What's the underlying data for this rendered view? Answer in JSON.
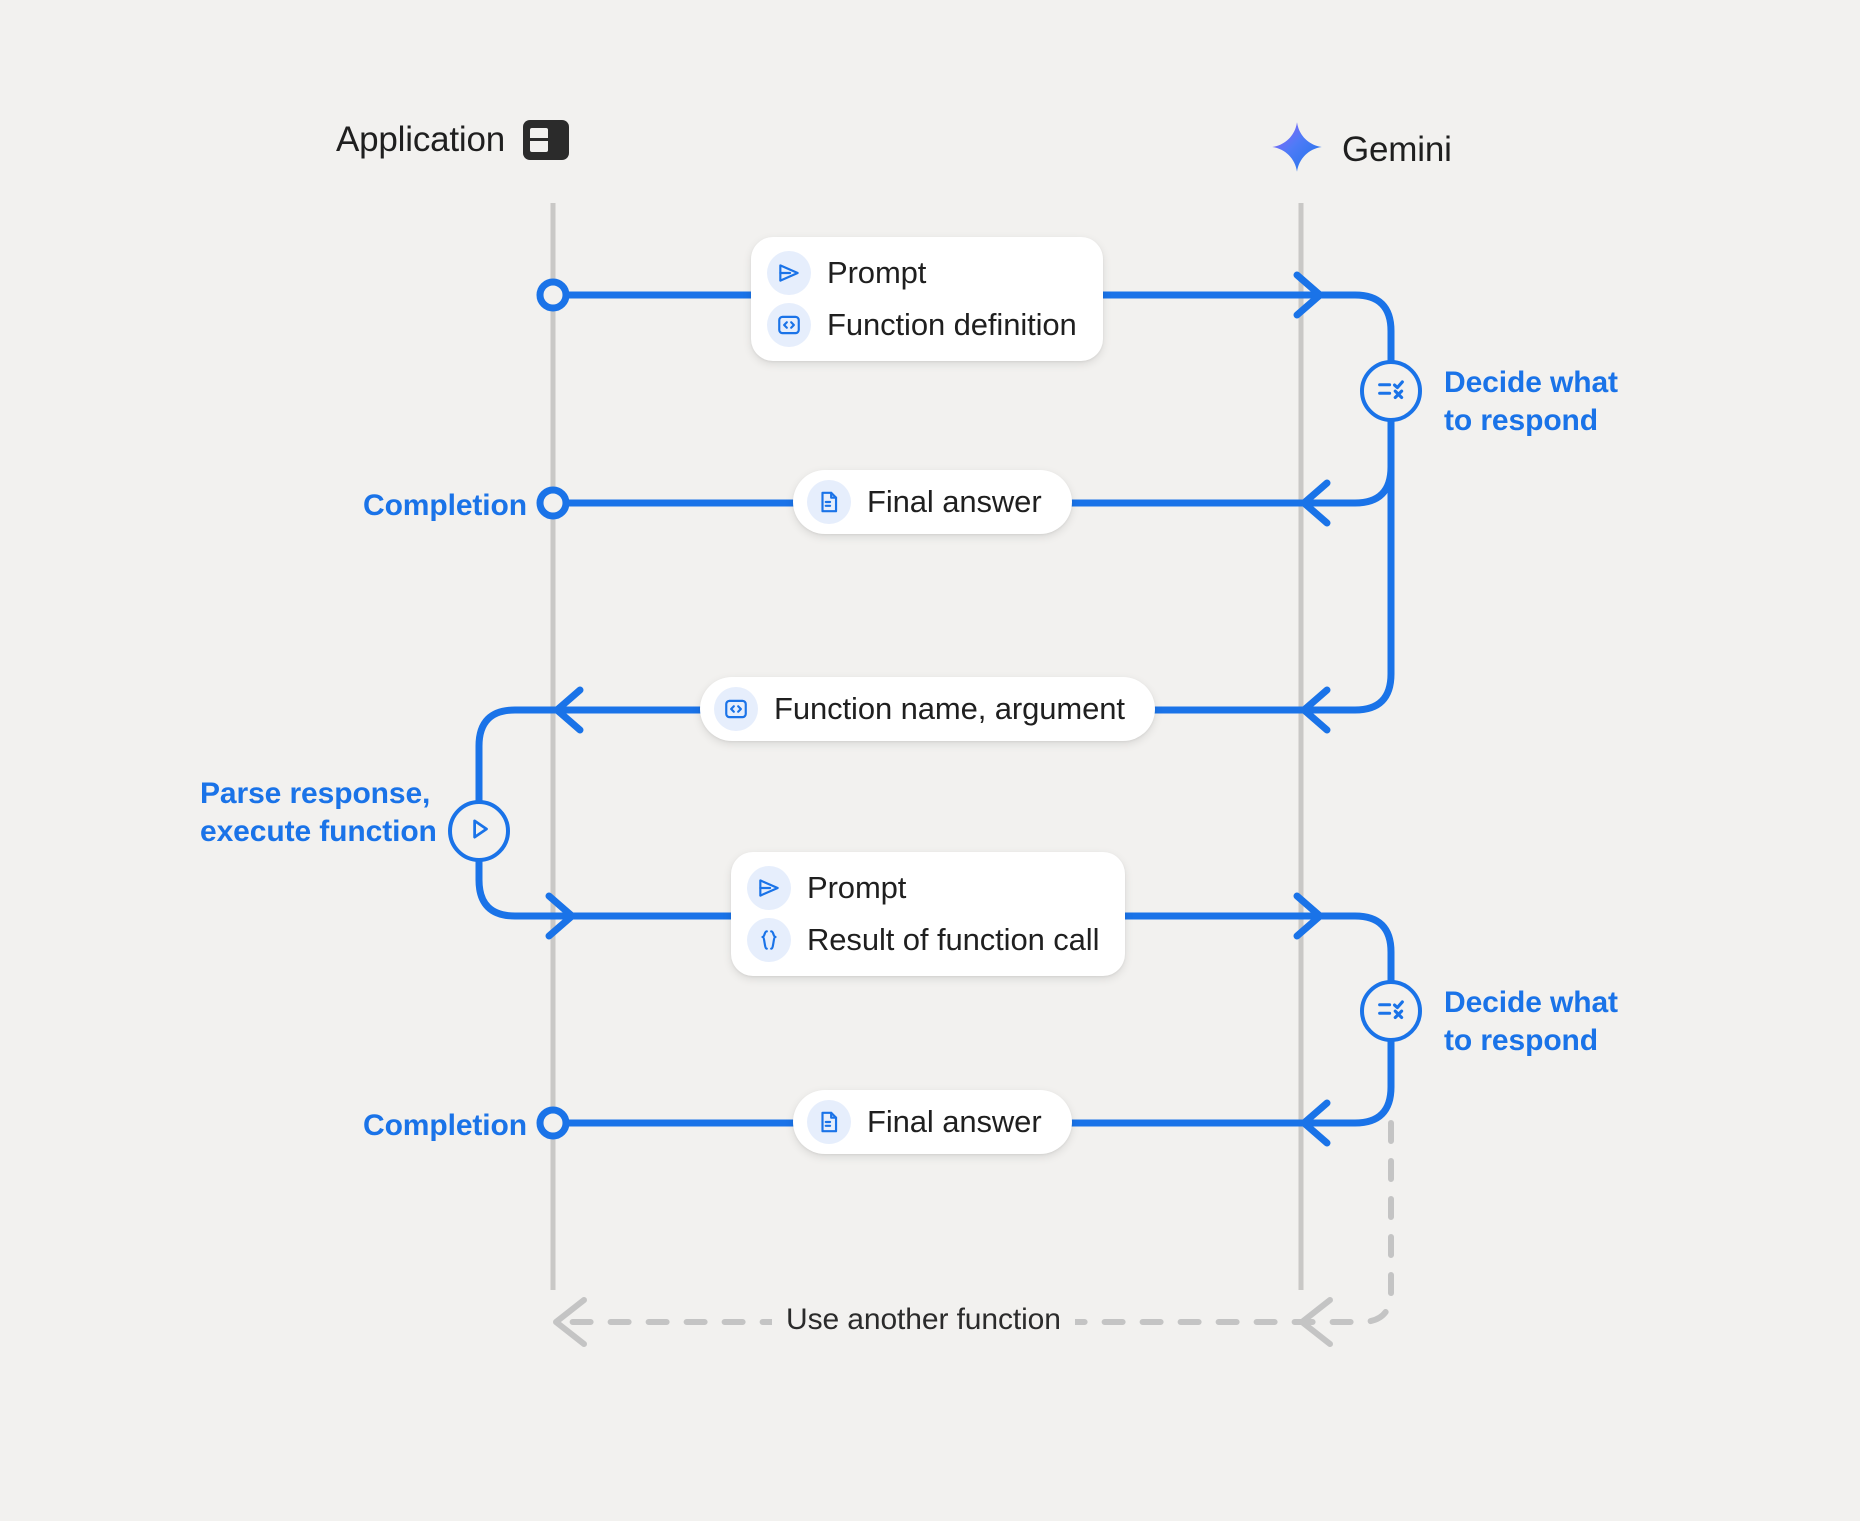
{
  "diagram": {
    "title": "Gemini function calling sequence",
    "background": "#f2f1ef",
    "accent": "#1a73e8",
    "muted": "#c4c4c4",
    "text": "#1f1f1f"
  },
  "lanes": [
    {
      "name": "application",
      "label": "Application",
      "icon": "application-window-icon"
    },
    {
      "name": "gemini",
      "label": "Gemini",
      "icon": "gemini-sparkle-icon"
    }
  ],
  "messages": [
    {
      "id": "request-1",
      "direction": "app-to-gemini",
      "shape": "card",
      "rows": [
        {
          "icon": "send-icon",
          "label": "Prompt"
        },
        {
          "icon": "code-brackets-icon",
          "label": "Function definition"
        }
      ]
    },
    {
      "id": "final-answer-1",
      "direction": "gemini-to-app",
      "shape": "pill",
      "rows": [
        {
          "icon": "document-icon",
          "label": "Final answer"
        }
      ]
    },
    {
      "id": "function-call",
      "direction": "gemini-to-app",
      "shape": "pill",
      "rows": [
        {
          "icon": "code-brackets-icon",
          "label": "Function name,  argument"
        }
      ]
    },
    {
      "id": "request-2",
      "direction": "app-to-gemini",
      "shape": "card",
      "rows": [
        {
          "icon": "send-icon",
          "label": "Prompt"
        },
        {
          "icon": "curly-braces-icon",
          "label": "Result of function call"
        }
      ]
    },
    {
      "id": "final-answer-2",
      "direction": "gemini-to-app",
      "shape": "pill",
      "rows": [
        {
          "icon": "document-icon",
          "label": "Final answer"
        }
      ]
    }
  ],
  "annotations": {
    "decide_1": {
      "label": "Decide what\nto respond",
      "line1": "Decide what",
      "line2": "to respond",
      "icon": "decision-rules-icon"
    },
    "decide_2": {
      "label": "Decide what\nto respond",
      "line1": "Decide what",
      "line2": "to respond",
      "icon": "decision-rules-icon"
    },
    "parse": {
      "line1": "Parse response,",
      "line2": "execute function",
      "icon": "play-icon"
    },
    "completion_1": {
      "label": "Completion"
    },
    "completion_2": {
      "label": "Completion"
    },
    "loop": {
      "label": "Use another function",
      "style": "dashed"
    }
  }
}
